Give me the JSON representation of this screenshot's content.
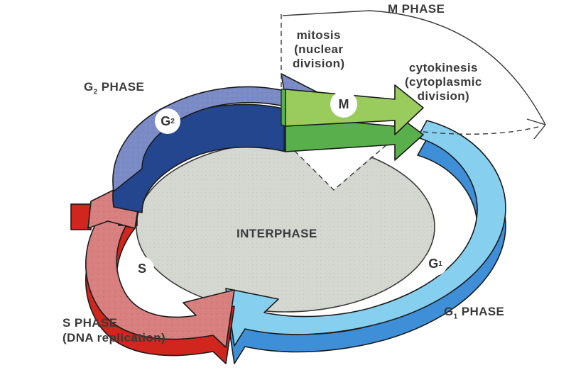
{
  "diagram": {
    "title": "Eukaryotic cell cycle diagram",
    "center_label": "INTERPHASE",
    "phases": [
      {
        "key": "g1",
        "badge": "G",
        "badge_sub": "1",
        "label": "G",
        "label_sub": "1",
        "label_rest": " PHASE",
        "color_face": "#87CFEF",
        "color_edge": "#3E8FD8"
      },
      {
        "key": "s",
        "badge": "S",
        "badge_sub": "",
        "label": "S PHASE",
        "label_sub": "",
        "label_rest": "",
        "sublabel": "(DNA replication)",
        "color_face": "#D88080",
        "color_edge": "#D0261E"
      },
      {
        "key": "g2",
        "badge": "G",
        "badge_sub": "2",
        "label": "G",
        "label_sub": "2",
        "label_rest": " PHASE",
        "color_face": "#7B8BC6",
        "color_edge": "#24468E"
      },
      {
        "key": "m",
        "badge": "M",
        "badge_sub": "",
        "label": "M PHASE",
        "label_sub": "",
        "label_rest": "",
        "color_face": "#99CC5C",
        "color_edge": "#59AF4C"
      }
    ],
    "m_phase_bracket_label": "M PHASE",
    "mitosis_label_line1": "mitosis",
    "mitosis_label_line2": "(nuclear",
    "mitosis_label_line3": "division)",
    "cytokinesis_label_line1": "cytokinesis",
    "cytokinesis_label_line2": "(cytoplasmic",
    "cytokinesis_label_line3": "division)",
    "s_phase_label_line1": "S PHASE",
    "s_phase_label_line2": "(DNA replication)",
    "center_fill": "#D5D8D1",
    "outline": "#222222",
    "text_color": "#3a3a3a"
  }
}
